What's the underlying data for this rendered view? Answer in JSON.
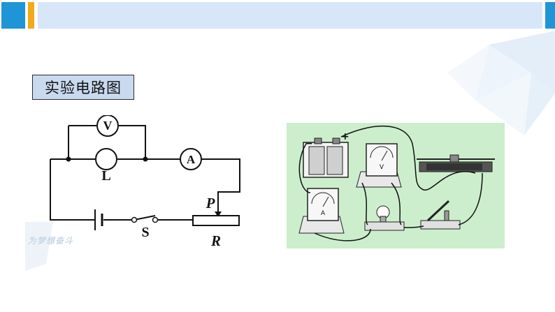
{
  "slide": {
    "title": "实验电路图",
    "watermark": "为梦想奋斗"
  },
  "circuit": {
    "voltmeter_label": "V",
    "ammeter_label": "A",
    "lamp_label": "L",
    "switch_label": "S",
    "slider_label": "P",
    "rheostat_label": "R"
  },
  "photo": {
    "minus_label": "−",
    "plus_label": "+",
    "voltmeter_label": "V",
    "ammeter_label": "A"
  },
  "colors": {
    "accent_blue": "#1f94d6",
    "accent_orange": "#f2a91a",
    "header_light": "#d8e7f7",
    "title_box": "#c9daf0",
    "photo_bg": "#cceecc"
  }
}
